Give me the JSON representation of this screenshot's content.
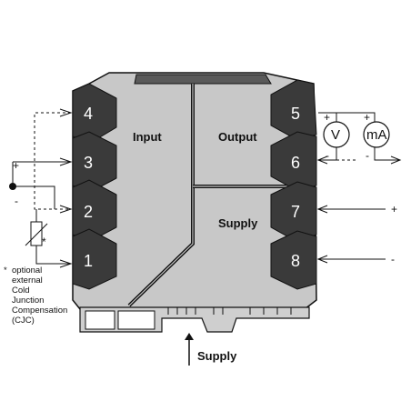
{
  "labels": {
    "input": "Input",
    "output": "Output",
    "supply_top": "Supply",
    "supply_bottom": "Supply"
  },
  "terminals": [
    "1",
    "2",
    "3",
    "4",
    "5",
    "6",
    "7",
    "8"
  ],
  "meters": {
    "voltage": "V",
    "current": "mA"
  },
  "signs": {
    "plus": "+",
    "minus": "-"
  },
  "cjc_marker": "*",
  "footnote": [
    "optional",
    "external",
    "Cold",
    "Junction",
    "Compensation",
    "(CJC)"
  ],
  "footnote_star": "*",
  "colors": {
    "body": "#c8c8c8",
    "terminal": "#3a3a3a",
    "line": "#111111"
  }
}
